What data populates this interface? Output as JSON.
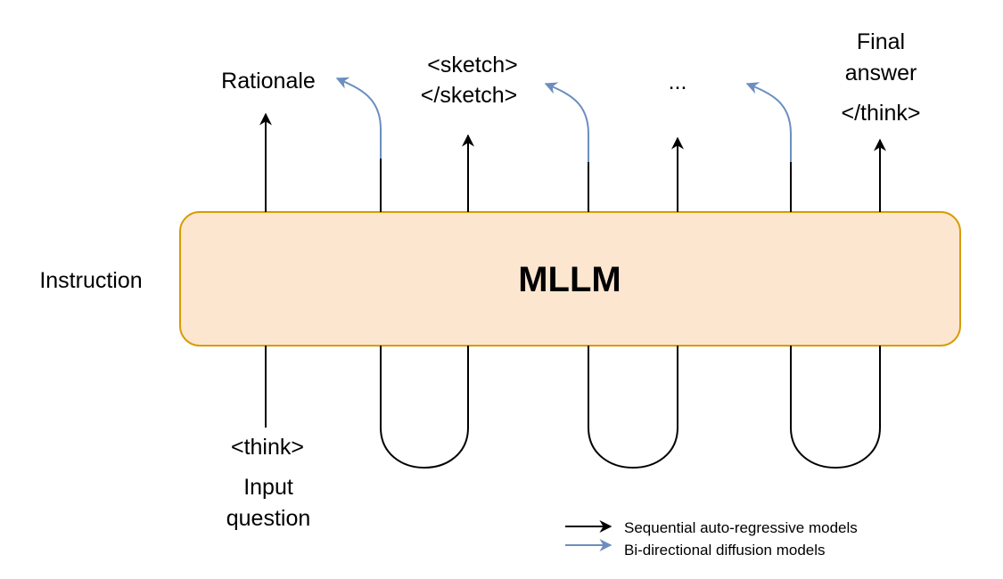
{
  "diagram": {
    "instruction": "Instruction",
    "model": "MLLM",
    "input_lines": [
      "<think>",
      "Input",
      "question"
    ],
    "output_rationale": "Rationale",
    "output_sketch_lines": [
      "<sketch>",
      "</sketch>"
    ],
    "output_ellipsis": "...",
    "output_final_lines": [
      "Final",
      "answer",
      "</think>"
    ]
  },
  "legend": {
    "autoregressive": "Sequential auto-regressive models",
    "diffusion": "Bi-directional diffusion models"
  },
  "colors": {
    "box_fill": "#fde6cf",
    "box_stroke": "#d79b00",
    "autoregressive_arrow": "#000000",
    "diffusion_arrow": "#6c8ebf"
  }
}
